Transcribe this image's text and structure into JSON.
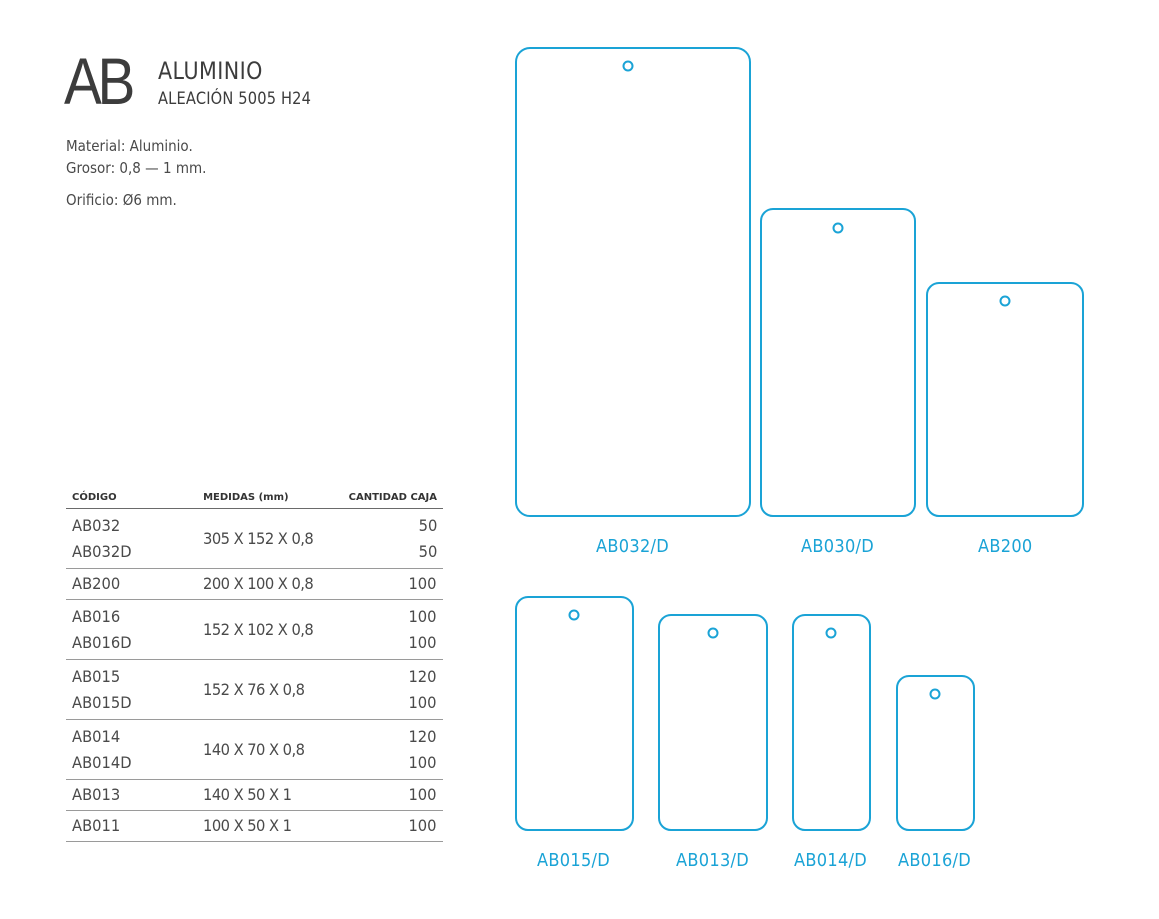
{
  "header": {
    "logo": "AB",
    "title": "ALUMINIO",
    "subtitle": "ALEACIÓN 5005 H24"
  },
  "specs": {
    "material": "Material: Aluminio.",
    "thickness": "Grosor: 0,8 — 1 mm.",
    "hole": "Orificio: Ø6 mm."
  },
  "table": {
    "headers": {
      "code": "CÓDIGO",
      "measures": "MEDIDAS (mm)",
      "quantity": "CANTIDAD CAJA"
    },
    "rows": [
      {
        "codes": [
          "AB032",
          "AB032D"
        ],
        "measures": "305 X 152 X 0,8",
        "quantities": [
          "50",
          "50"
        ]
      },
      {
        "codes": [
          "AB200"
        ],
        "measures": "200 X 100 X 0,8",
        "quantities": [
          "100"
        ]
      },
      {
        "codes": [
          "AB016",
          "AB016D"
        ],
        "measures": "152 X 102 X 0,8",
        "quantities": [
          "100",
          "100"
        ]
      },
      {
        "codes": [
          "AB015",
          "AB015D"
        ],
        "measures": "152 X 76 X 0,8",
        "quantities": [
          "120",
          "100"
        ]
      },
      {
        "codes": [
          "AB014",
          "AB014D"
        ],
        "measures": "140 X 70 X 0,8",
        "quantities": [
          "120",
          "100"
        ]
      },
      {
        "codes": [
          "AB013"
        ],
        "measures": "140 X 50 X 1",
        "quantities": [
          "100"
        ]
      },
      {
        "codes": [
          "AB011"
        ],
        "measures": "100 X 50 X 1",
        "quantities": [
          "100"
        ]
      }
    ]
  },
  "tags": {
    "color": "#1aa3d6",
    "labels": [
      "AB032/D",
      "AB030/D",
      "AB200",
      "AB015/D",
      "AB013/D",
      "AB014/D",
      "AB016/D"
    ]
  }
}
